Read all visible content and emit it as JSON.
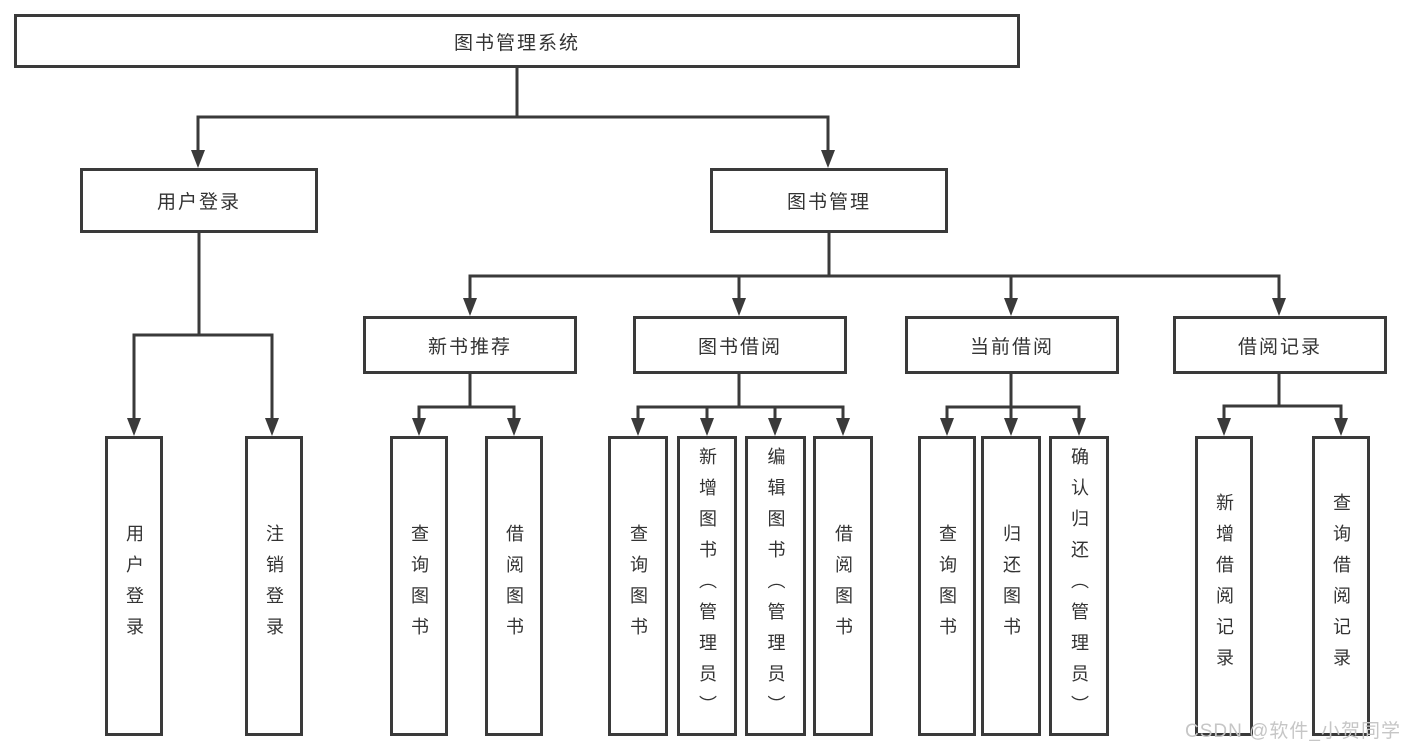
{
  "diagram": {
    "root": {
      "label": "图书管理系统",
      "children": [
        {
          "label": "用户登录",
          "children": [
            {
              "label": "用户登录"
            },
            {
              "label": "注销登录"
            }
          ]
        },
        {
          "label": "图书管理",
          "children": [
            {
              "label": "新书推荐",
              "children": [
                {
                  "label": "查询图书"
                },
                {
                  "label": "借阅图书"
                }
              ]
            },
            {
              "label": "图书借阅",
              "children": [
                {
                  "label": "查询图书"
                },
                {
                  "label": "新增图书（管理员）"
                },
                {
                  "label": "编辑图书（管理员）"
                },
                {
                  "label": "借阅图书"
                }
              ]
            },
            {
              "label": "当前借阅",
              "children": [
                {
                  "label": "查询图书"
                },
                {
                  "label": "归还图书"
                },
                {
                  "label": "确认归还（管理员）"
                }
              ]
            },
            {
              "label": "借阅记录",
              "children": [
                {
                  "label": "新增借阅记录"
                },
                {
                  "label": "查询借阅记录"
                }
              ]
            }
          ]
        }
      ]
    },
    "watermark": "CSDN @软件_小贺同学",
    "colors": {
      "line": "#3a3a3a",
      "text": "#333333",
      "background": "#ffffff",
      "watermark": "#c6c6c6"
    }
  }
}
